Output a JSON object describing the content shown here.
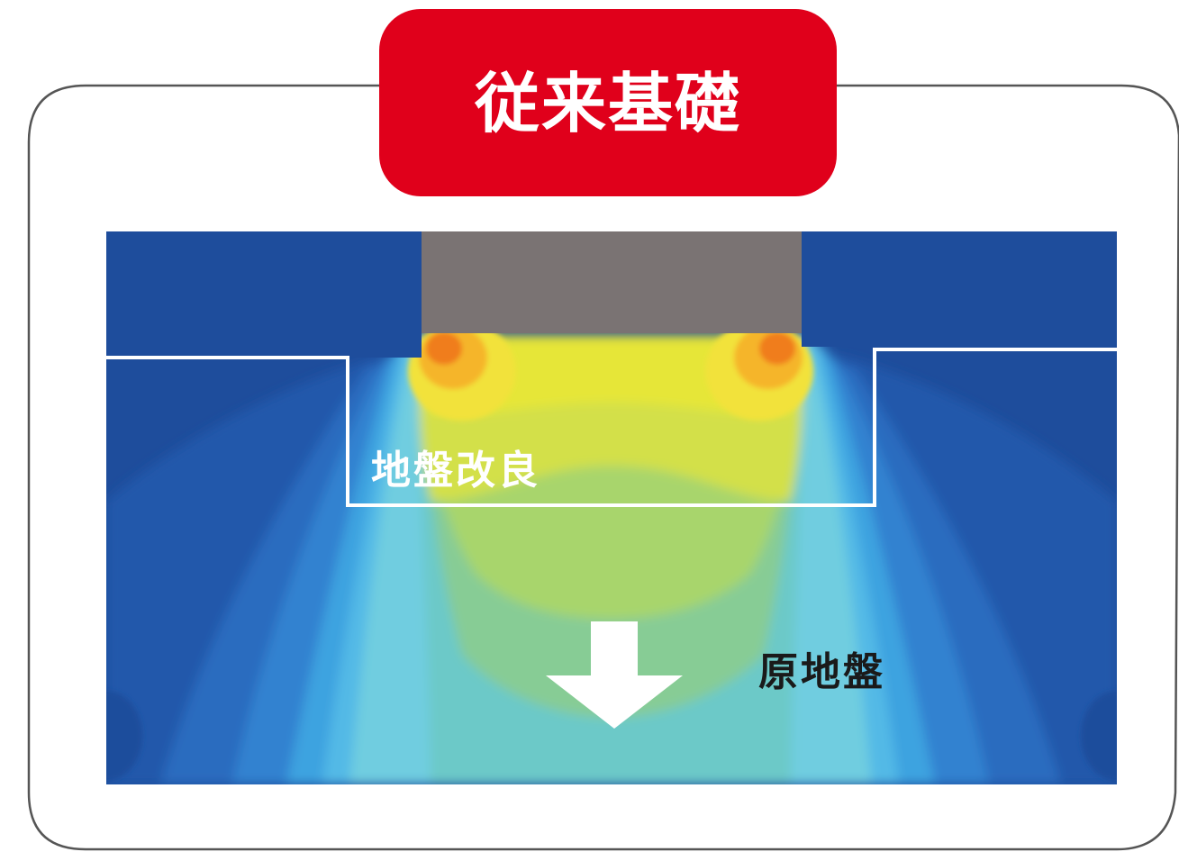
{
  "title": "従来基礎",
  "labels": {
    "improved_ground": "地盤改良",
    "original_ground": "原地盤"
  },
  "colors": {
    "title_background": "#e0001b",
    "title_text": "#ffffff",
    "frame_stroke": "#555555",
    "footing": "#7a7373",
    "far_field": "#1e4d9c",
    "boundary_line": "#ffffff",
    "arrow": "#ffffff",
    "high_stress": "#f07d1e",
    "mid_stress": "#e6e637",
    "low_stress": "#6fcde0"
  },
  "icons": {
    "load_direction": "down-arrow-icon"
  }
}
